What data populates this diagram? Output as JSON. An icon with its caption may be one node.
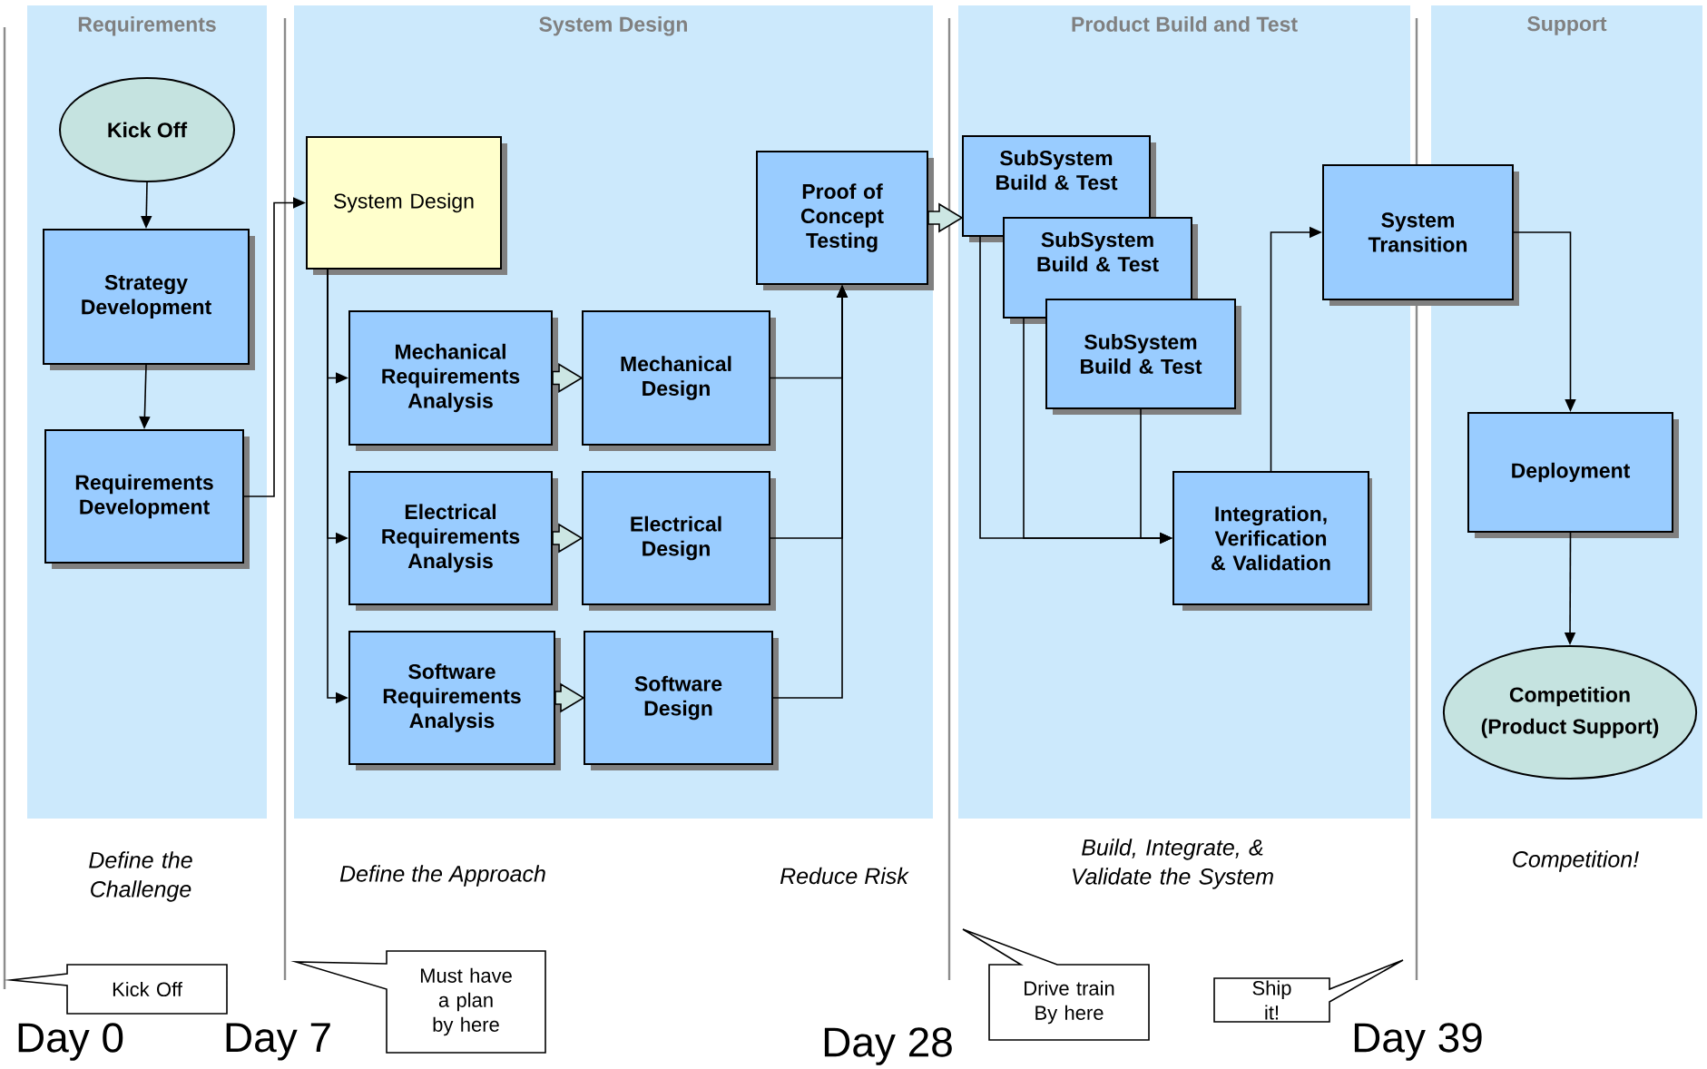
{
  "diagram": {
    "nodes": [
      {
        "text": [
          "Requirements"
        ]
      },
      {
        "text": [
          "Kick Off"
        ],
        "in": 0
      },
      {
        "text": [
          "Strategy Development"
        ],
        "in": 0
      },
      {
        "text": [
          "Requirements Development"
        ],
        "in": 0
      },
      {
        "text": [
          "System Design"
        ]
      },
      {
        "text": [
          "System Design"
        ],
        "in": 4
      },
      {
        "text": [
          "Mechanical Requirements Analysis"
        ],
        "in": 4
      },
      {
        "text": [
          "Mechanical Design"
        ],
        "in": 4
      },
      {
        "text": [
          "Electrical Requirements Analysis"
        ],
        "in": 4
      },
      {
        "text": [
          "Electrical Design"
        ],
        "in": 4
      },
      {
        "text": [
          "Software Requirements Analysis"
        ],
        "in": 4
      },
      {
        "text": [
          "Software Design"
        ],
        "in": 4
      },
      {
        "text": [
          "Proof of Concept Testing"
        ],
        "in": 4
      },
      {
        "text": [
          "Product Build and Test"
        ]
      },
      {
        "text": [
          "SubSystem Build & Test"
        ],
        "in": 13
      },
      {
        "text": [
          "SubSystem Build & Test"
        ],
        "in": 13
      },
      {
        "text": [
          "SubSystem Build & Test"
        ],
        "in": 13
      },
      {
        "text": [
          "Integration, Verification & Validation"
        ],
        "in": 13
      },
      {
        "text": [
          "System Transition"
        ]
      },
      {
        "text": [
          "Support"
        ]
      },
      {
        "text": [
          "Deployment"
        ],
        "in": 19
      },
      {
        "text": [
          "Competition",
          "(Product Support)"
        ],
        "in": 19
      },
      {
        "text": [
          "Kick Off"
        ]
      },
      {
        "text": [
          "Must have a plan by here"
        ]
      },
      {
        "text": [
          "Drive train By here"
        ]
      },
      {
        "text": [
          "Ship it!"
        ]
      }
    ],
    "edges": [
      {
        "from": 1,
        "to": 2,
        "arrow": "to"
      },
      {
        "from": 2,
        "to": 3,
        "arrow": "to"
      },
      {
        "from": 3,
        "to": 5,
        "arrow": "to"
      },
      {
        "from": 5,
        "to": 6,
        "arrow": "to"
      },
      {
        "from": 5,
        "to": 8,
        "arrow": "to"
      },
      {
        "from": 5,
        "to": 10,
        "arrow": "to"
      },
      {
        "from": 6,
        "to": 7,
        "arrow": "to",
        "style": "thick",
        "color": "#cce6e3"
      },
      {
        "from": 8,
        "to": 9,
        "arrow": "to",
        "style": "thick",
        "color": "#cce6e3"
      },
      {
        "from": 10,
        "to": 11,
        "arrow": "to",
        "style": "thick",
        "color": "#cce6e3"
      },
      {
        "from": 7,
        "to": 12,
        "arrow": "to"
      },
      {
        "from": 9,
        "to": 12,
        "arrow": "to"
      },
      {
        "from": 11,
        "to": 12,
        "arrow": "to"
      },
      {
        "from": 12,
        "to": 14,
        "arrow": "to",
        "style": "thick",
        "color": "#cce6e3"
      },
      {
        "from": 14,
        "to": 17,
        "arrow": "to"
      },
      {
        "from": 15,
        "to": 17,
        "arrow": "to"
      },
      {
        "from": 16,
        "to": 17,
        "arrow": "to"
      },
      {
        "from": 17,
        "to": 18,
        "arrow": "to"
      },
      {
        "from": 18,
        "to": 20,
        "arrow": "to"
      },
      {
        "from": 20,
        "to": 21,
        "arrow": "to"
      }
    ],
    "labels": [
      "Define the Challenge",
      "Define the Approach",
      "Reduce Risk",
      "Build, Integrate, & Validate the System",
      "Competition!",
      "Day 0",
      "Day 7",
      "Day 28",
      "Day 39"
    ]
  }
}
